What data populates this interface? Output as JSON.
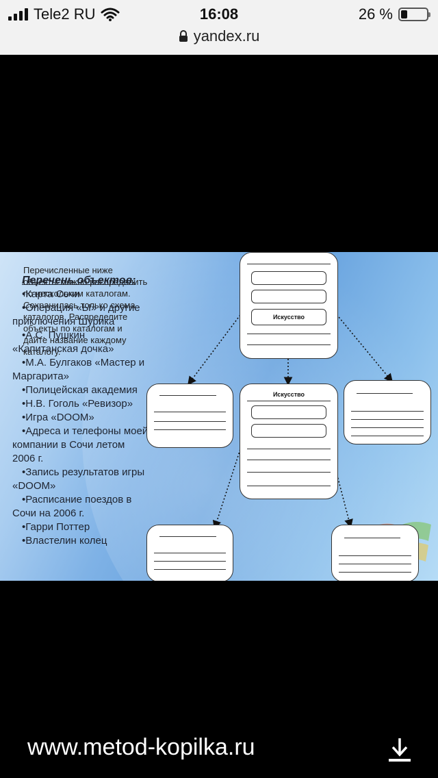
{
  "status_bar": {
    "carrier": "Tele2 RU",
    "time": "16:08",
    "battery_percent": "26 %",
    "battery_level": 0.26,
    "url": "yandex.ru",
    "icons": [
      "signal-icon",
      "wifi-icon",
      "lock-icon",
      "battery-icon"
    ]
  },
  "slide": {
    "intro": "Перечисленные ниже объекты можно распределить по нескольким каталогам. Сохранилась только схема каталогов. Распределите объекты по каталогам и дайте название каждому каталогу.",
    "list_title": "Перечень объектов:",
    "items": [
      "Карта Сочи",
      "Операция «Ы» и другие приключения Шурика",
      "А.С. Пушкин «Капитанская дочка»",
      "М.А. Булгаков «Мастер и Маргарита»",
      "Полицейская академия",
      "Н.В. Гоголь «Ревизор»",
      "Игра «DOOM»",
      "Адреса и телефоны моей компании в Сочи летом 2006 г.",
      "Запись результатов игры «DOOM»",
      "Расписание поездов в Сочи на 2006 г.",
      "Гарри Поттер",
      "Властелин колец"
    ],
    "diagram": {
      "root_field_label": "Искусство",
      "middle_caption": "Искусство"
    }
  },
  "footer": {
    "site": "www.metod-kopilka.ru",
    "download_icon": "download-icon"
  }
}
